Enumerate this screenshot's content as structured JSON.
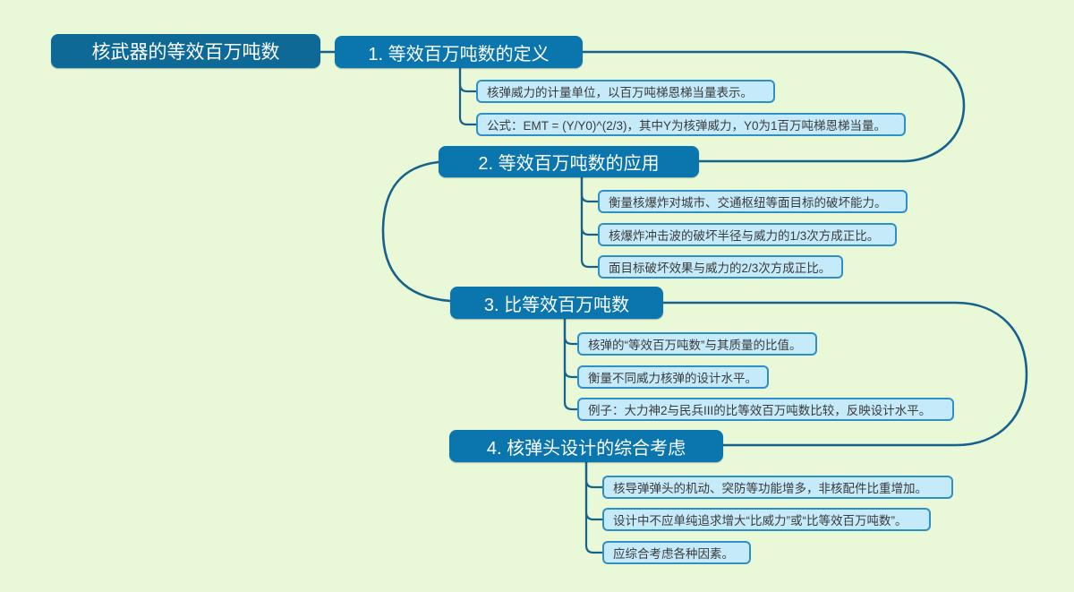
{
  "colors": {
    "background": "#e9f9d7",
    "root_fill": "#0e6996",
    "branch_fill": "#0b76ae",
    "topic_text": "#ffffff",
    "subtopic_fill": "#c5eaf9",
    "subtopic_border": "#2f8fc9",
    "subtopic_text": "#3b3b3b",
    "connector_line": "#17618d"
  },
  "mindmap": {
    "root": {
      "label": "核武器的等效百万吨数"
    },
    "branches": [
      {
        "label": "1. 等效百万吨数的定义",
        "children": [
          "核弹威力的计量单位，以百万吨梯恩梯当量表示。",
          "公式：EMT = (Y/Y0)^(2/3)，其中Y为核弹威力，Y0为1百万吨梯恩梯当量。"
        ]
      },
      {
        "label": "2. 等效百万吨数的应用",
        "children": [
          "衡量核爆炸对城市、交通枢纽等面目标的破坏能力。",
          "核爆炸冲击波的破坏半径与威力的1/3次方成正比。",
          "面目标破坏效果与威力的2/3次方成正比。"
        ]
      },
      {
        "label": "3. 比等效百万吨数",
        "children": [
          "核弹的“等效百万吨数”与其质量的比值。",
          "衡量不同威力核弹的设计水平。",
          "例子：大力神2与民兵III的比等效百万吨数比较，反映设计水平。"
        ]
      },
      {
        "label": "4. 核弹头设计的综合考虑",
        "children": [
          "核导弹弹头的机动、突防等功能增多，非核配件比重增加。",
          "设计中不应单纯追求增大“比威力”或“比等效百万吨数”。",
          "应综合考虑各种因素。"
        ]
      }
    ]
  }
}
